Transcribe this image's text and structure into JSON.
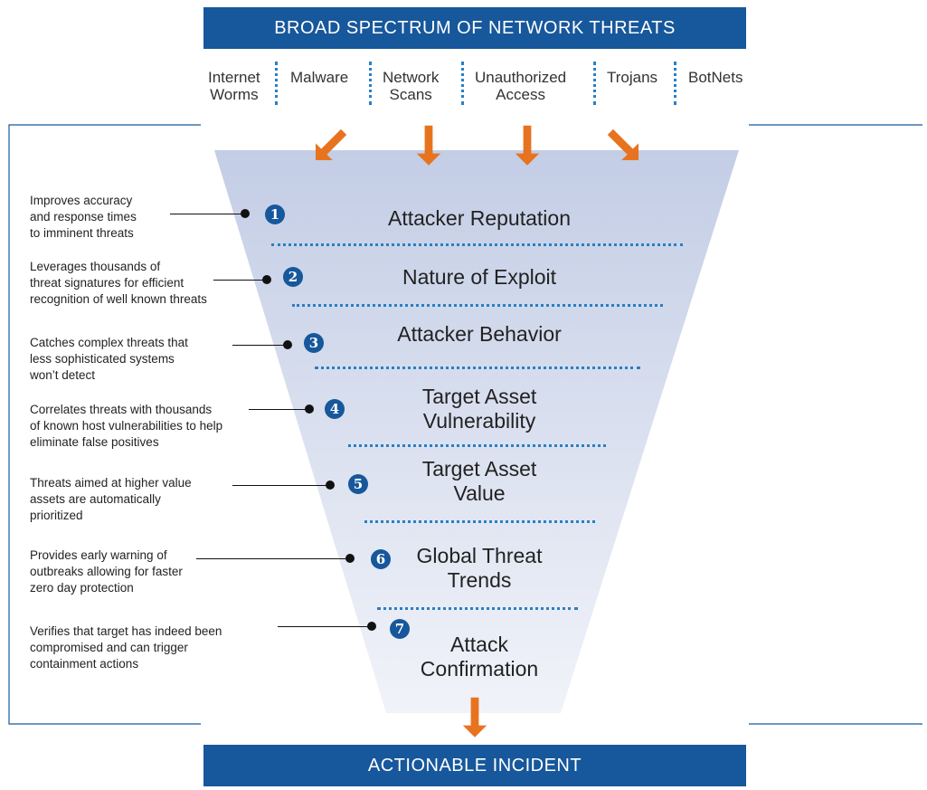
{
  "header": {
    "title": "BROAD SPECTRUM OF NETWORK THREATS"
  },
  "threats": [
    {
      "label": "Internet\nWorms"
    },
    {
      "label": "Malware"
    },
    {
      "label": "Network\nScans"
    },
    {
      "label": "Unauthorized\nAccess"
    },
    {
      "label": "Trojans"
    },
    {
      "label": "BotNets"
    }
  ],
  "stages": [
    {
      "number": "1",
      "name": "Attacker Reputation",
      "note": "Improves accuracy\nand response times\nto imminent threats"
    },
    {
      "number": "2",
      "name": "Nature of Exploit",
      "note": "Leverages thousands of\nthreat signatures for efficient\nrecognition of well known threats"
    },
    {
      "number": "3",
      "name": "Attacker Behavior",
      "note": "Catches complex threats that\nless sophisticated systems\nwon’t detect"
    },
    {
      "number": "4",
      "name": "Target Asset\nVulnerability",
      "note": "Correlates threats with thousands\nof known host vulnerabilities to help\neliminate false positives"
    },
    {
      "number": "5",
      "name": "Target Asset\nValue",
      "note": "Threats aimed at higher value\nassets are automatically\nprioritized"
    },
    {
      "number": "6",
      "name": "Global Threat\nTrends",
      "note": "Provides early warning of\noutbreaks allowing for faster\nzero day protection"
    },
    {
      "number": "7",
      "name": "Attack\nConfirmation",
      "note": "Verifies that target has indeed been\ncompromised and can trigger\ncontainment actions"
    }
  ],
  "footer": {
    "title": "ACTIONABLE INCIDENT"
  },
  "colors": {
    "brand_blue": "#17579b",
    "arrow_orange": "#e8731f",
    "funnel_top": "#c3cde5",
    "funnel_bottom": "#f1f3f9"
  }
}
